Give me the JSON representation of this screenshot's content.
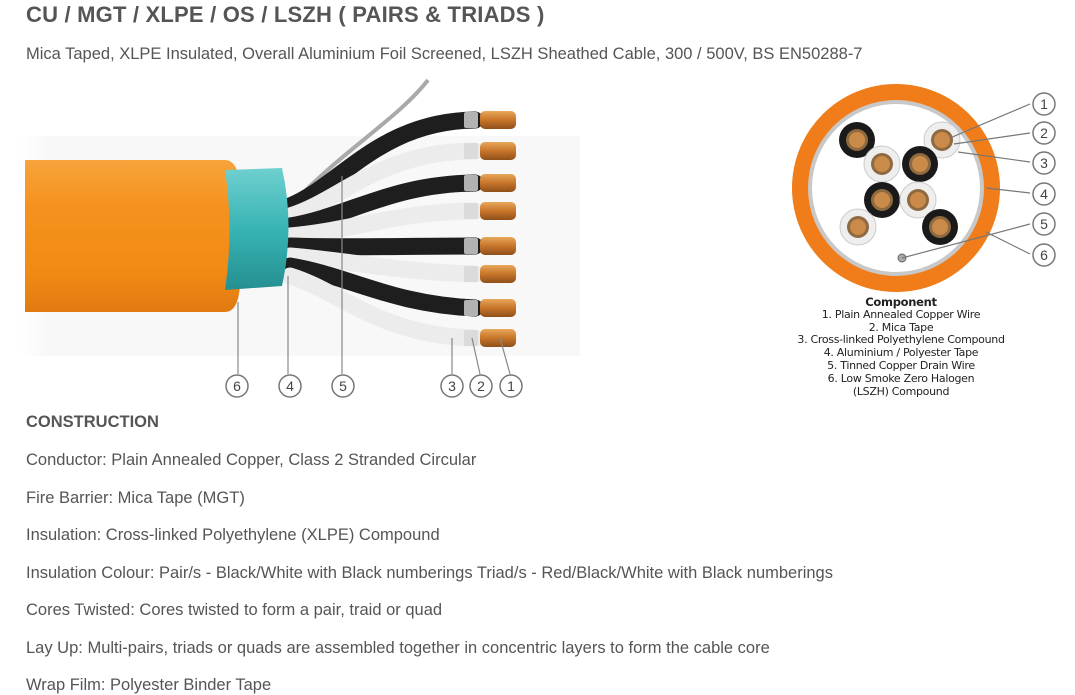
{
  "title": "CU / MGT / XLPE / OS / LSZH ( PAIRS & TRIADS )",
  "subtitle": "Mica Taped, XLPE Insulated, Overall Aluminium Foil Screened, LSZH Sheathed Cable, 300 / 500V, BS EN50288-7",
  "illustration": {
    "callouts": [
      "6",
      "4",
      "5",
      "3",
      "2",
      "1"
    ]
  },
  "cross_section": {
    "callouts": [
      "1",
      "2",
      "3",
      "4",
      "5",
      "6"
    ]
  },
  "legend": {
    "title": "Component",
    "items": [
      "1. Plain Annealed Copper Wire",
      "2. Mica Tape",
      "3. Cross-linked Polyethylene Compound",
      "4. Aluminium / Polyester Tape",
      "5. Tinned Copper Drain Wire",
      "6. Low Smoke Zero Halogen",
      "(LSZH) Compound"
    ]
  },
  "construction": {
    "heading": "CONSTRUCTION",
    "items": [
      "Conductor: Plain Annealed Copper, Class 2 Stranded Circular",
      "Fire Barrier: Mica Tape (MGT)",
      "Insulation: Cross-linked Polyethylene (XLPE) Compound",
      "Insulation Colour: Pair/s - Black/White with Black numberings Triad/s - Red/Black/White with Black numberings",
      "Cores Twisted: Cores twisted to form a pair, traid or quad",
      "Lay Up: Multi-pairs, triads or quads are assembled together in concentric layers to form the cable core",
      "Wrap Film: Polyester Binder Tape"
    ]
  },
  "colors": {
    "sheath": "#f4901e",
    "foil": "#3cb8b8",
    "copper": "#c8782a",
    "core_black": "#1e1e1e",
    "core_white": "#eeeeee"
  }
}
